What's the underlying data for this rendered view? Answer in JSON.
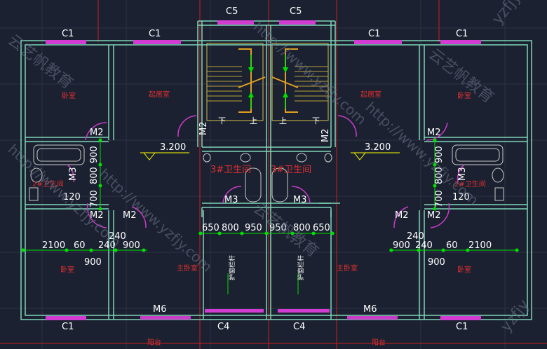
{
  "window_labels": {
    "c1": "C1",
    "c4": "C4",
    "c5": "C5"
  },
  "door_labels": {
    "m2": "M2",
    "m3": "M3",
    "m6": "M6"
  },
  "rooms": {
    "bedroom": "卧室",
    "living_room": "起居室",
    "master_bedroom": "主卧室",
    "bathroom_2": "2#卫生间",
    "bathroom_3": "3#卫生间",
    "balcony": "阳台",
    "guardrail": "护窗栏杆",
    "stair_down": "下",
    "stair_up": "上"
  },
  "elevation": "3.200",
  "dimensions": {
    "d2100": "2100",
    "d60": "60",
    "d240": "240",
    "d900": "900",
    "d650": "650",
    "d800": "800",
    "d950": "950",
    "d120": "120",
    "d700": "700"
  },
  "watermarks": {
    "url": "http://www.yzfjy.com",
    "cn": "云艺帆教育",
    "edge": "yzfjy"
  },
  "colors": {
    "background": "#1b2130",
    "wall": "#7fd6b8",
    "window": "#d23cd2",
    "door": "#c83cc8",
    "dimension": "#00e000",
    "label": "#ffffff",
    "room_text": "#e03030",
    "elevation": "#ffff00",
    "axis": "#c81e1e"
  }
}
